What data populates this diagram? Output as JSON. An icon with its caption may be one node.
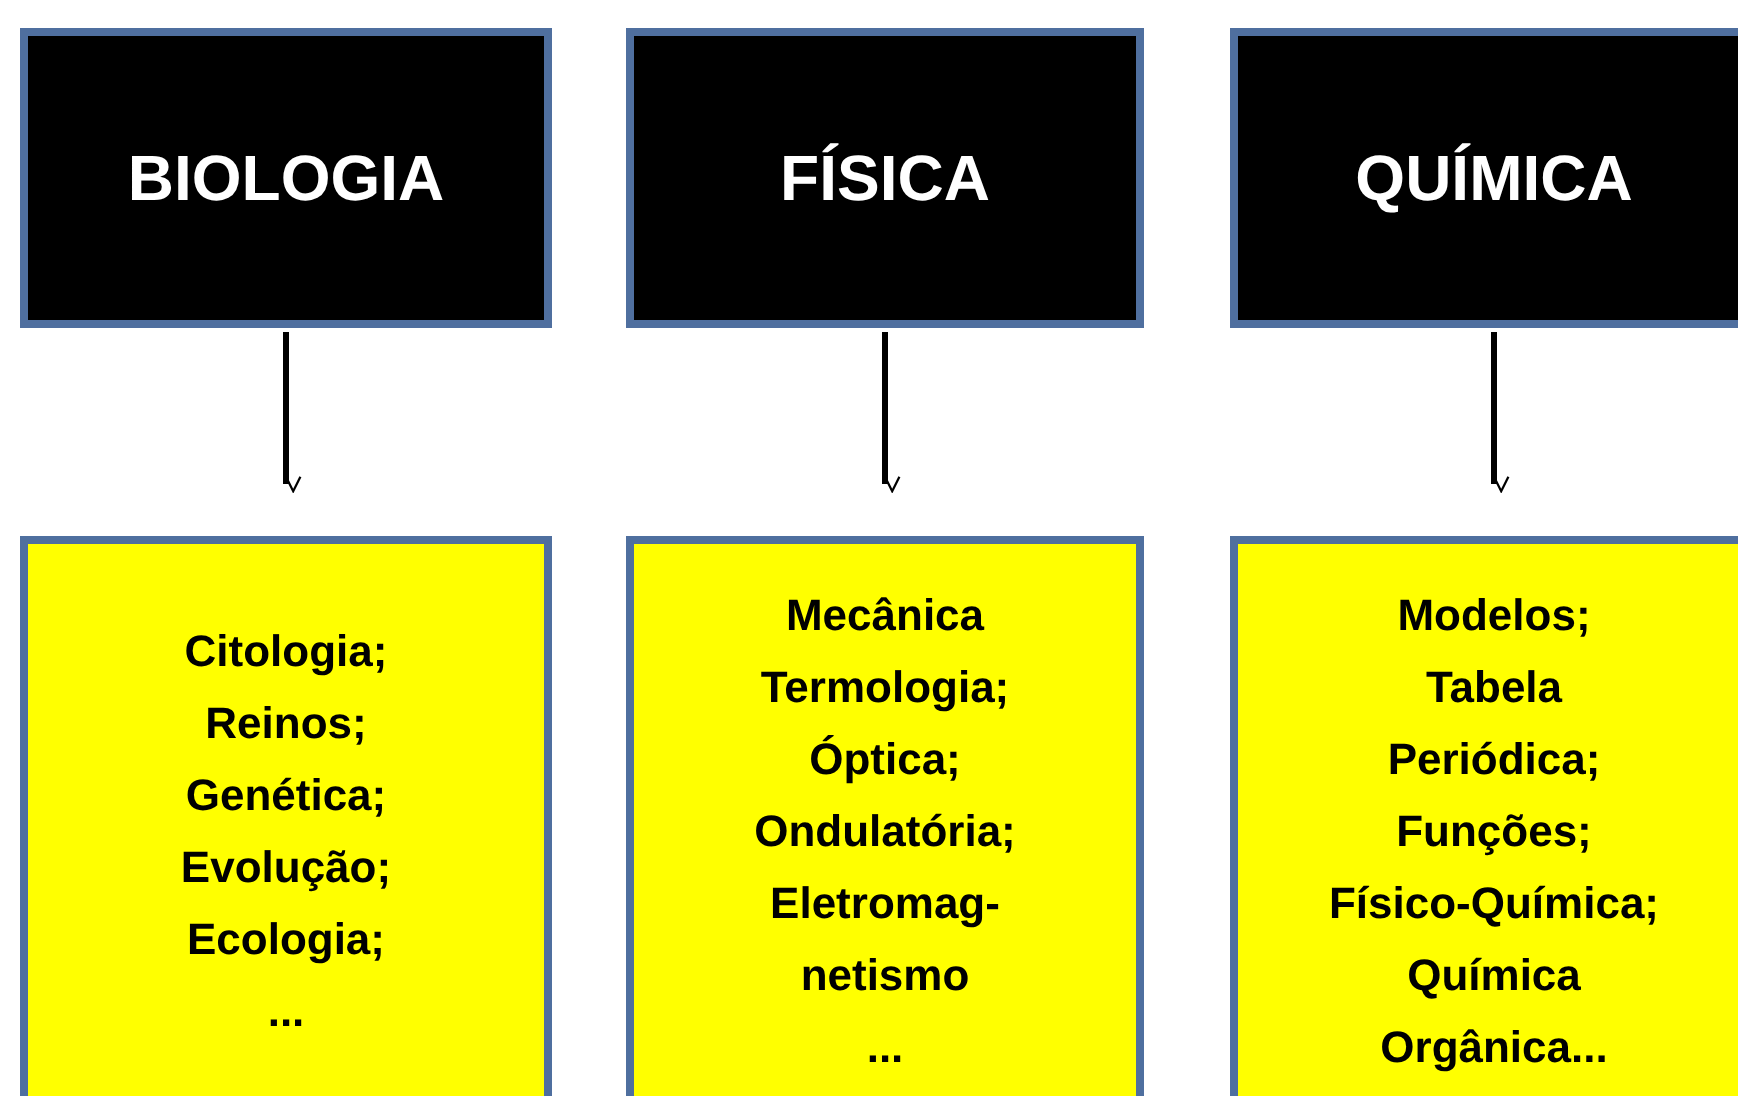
{
  "diagram": {
    "nodes": [
      {
        "text": [
          "BIOLOGIA"
        ]
      },
      {
        "text": [
          "FÍSICA"
        ]
      },
      {
        "text": [
          "QUÍMICA"
        ]
      },
      {
        "text": [
          "Citologia;",
          "Reinos;",
          "Genética;",
          "Evolução;",
          "Ecologia;",
          "..."
        ]
      },
      {
        "text": [
          "Mecânica",
          "Termologia;",
          "Óptica;",
          "Ondulatória;",
          "Eletromag-",
          "netismo",
          "..."
        ]
      },
      {
        "text": [
          "Modelos;",
          "Tabela",
          "Periódica;",
          "Funções;",
          "Físico-Química;",
          "Química",
          "Orgânica..."
        ]
      }
    ],
    "edges": [
      {
        "from": 0,
        "to": 3,
        "arrow": "to"
      },
      {
        "from": 1,
        "to": 4,
        "arrow": "to"
      },
      {
        "from": 2,
        "to": 5,
        "arrow": "to"
      }
    ]
  }
}
